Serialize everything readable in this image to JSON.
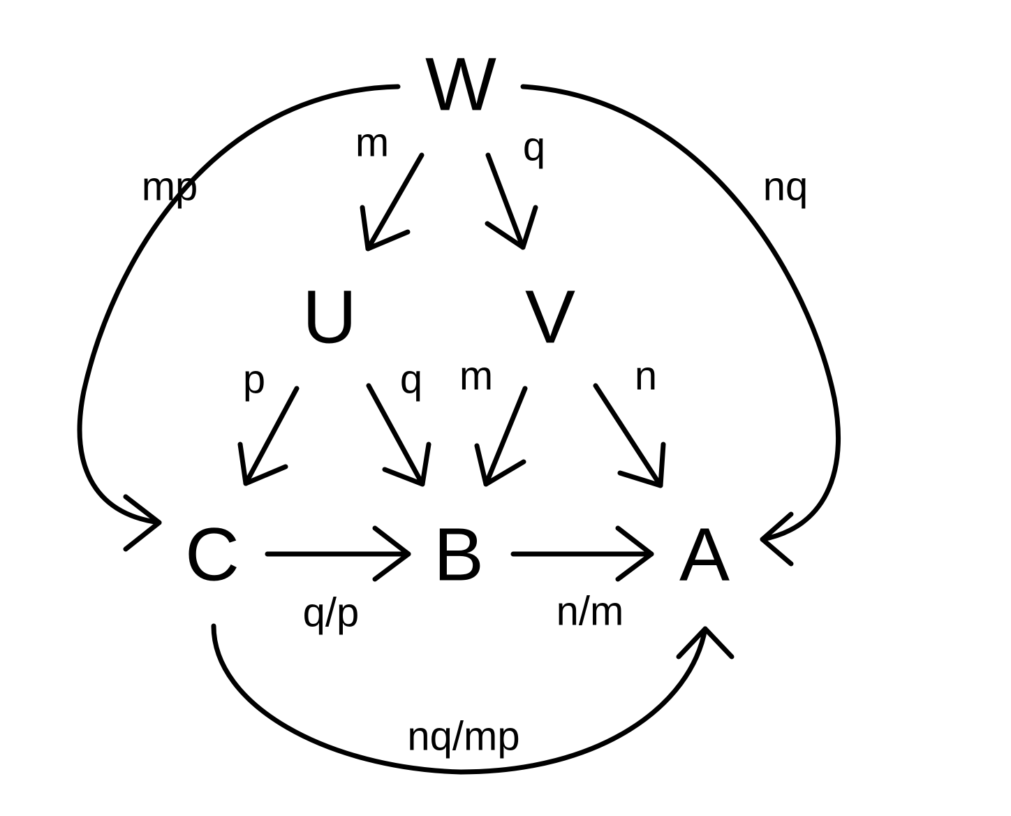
{
  "diagram": {
    "nodes": {
      "W": "W",
      "U": "U",
      "V": "V",
      "C": "C",
      "B": "B",
      "A": "A"
    },
    "edges": {
      "w_to_u": "m",
      "w_to_v": "q",
      "w_to_c": "mp",
      "w_to_a": "nq",
      "u_to_c": "p",
      "u_to_b": "q",
      "v_to_b": "m",
      "v_to_a": "n",
      "c_to_b": "q/p",
      "b_to_a": "n/m",
      "c_to_a": "nq/mp"
    }
  }
}
